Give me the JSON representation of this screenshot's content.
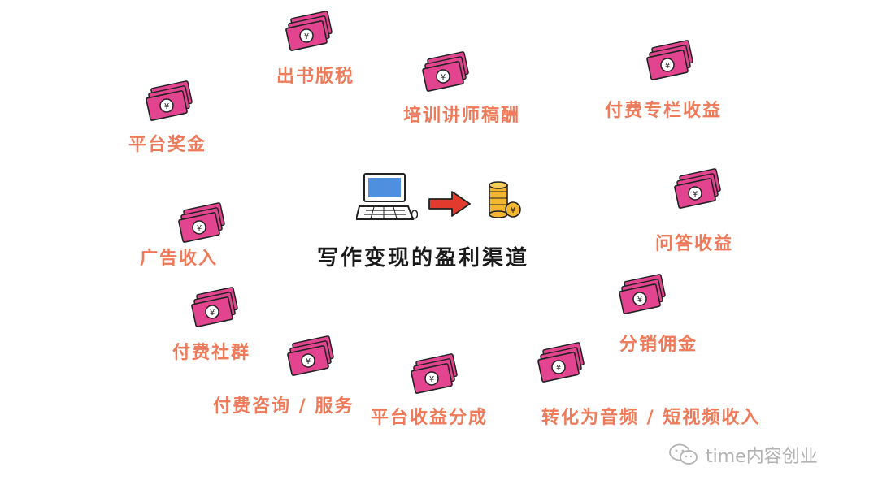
{
  "title": "写作变现的盈利渠道",
  "channels": [
    {
      "label": "出书版税"
    },
    {
      "label": "平台奖金"
    },
    {
      "label": "培训讲师稿酬"
    },
    {
      "label": "付费专栏收益"
    },
    {
      "label": "广告收入"
    },
    {
      "label": "问答收益"
    },
    {
      "label": "付费社群"
    },
    {
      "label": "分销佣金"
    },
    {
      "label": "付费咨询 / 服务"
    },
    {
      "label": "平台收益分成"
    },
    {
      "label": "转化为音频 / 短视频收入"
    }
  ],
  "icons": {
    "bill": "money-bill-icon",
    "laptop": "laptop-icon",
    "arrow": "arrow-right-icon",
    "coins": "coin-stack-icon",
    "watermark": "wechat-icon"
  },
  "colors": {
    "label": "#ee7a5a",
    "bill": "#e3448f",
    "arrow": "#e23b2d",
    "coin": "#f2b630",
    "screen": "#4f8fe0"
  },
  "watermark": {
    "text": "time内容创业"
  }
}
